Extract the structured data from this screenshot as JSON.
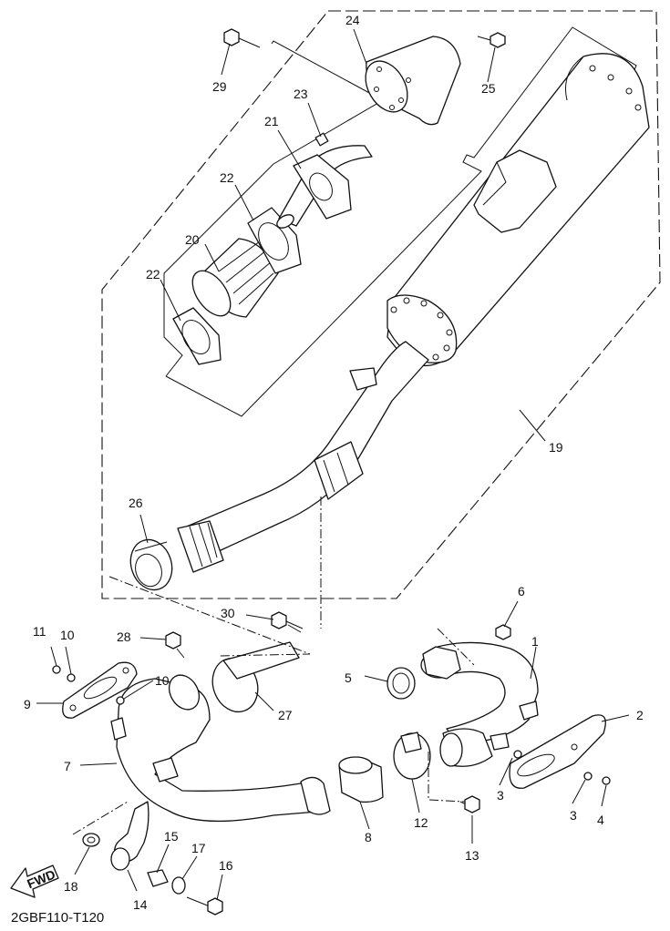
{
  "diagram": {
    "reference_code": "2GBF110-T120",
    "fwd_label": "FWD",
    "callouts": [
      {
        "id": "c1",
        "label": "1"
      },
      {
        "id": "c2",
        "label": "2"
      },
      {
        "id": "c3a",
        "label": "3"
      },
      {
        "id": "c3b",
        "label": "3"
      },
      {
        "id": "c4",
        "label": "4"
      },
      {
        "id": "c5",
        "label": "5"
      },
      {
        "id": "c6",
        "label": "6"
      },
      {
        "id": "c7",
        "label": "7"
      },
      {
        "id": "c8",
        "label": "8"
      },
      {
        "id": "c9",
        "label": "9"
      },
      {
        "id": "c10a",
        "label": "10"
      },
      {
        "id": "c10b",
        "label": "10"
      },
      {
        "id": "c11",
        "label": "11"
      },
      {
        "id": "c12",
        "label": "12"
      },
      {
        "id": "c13",
        "label": "13"
      },
      {
        "id": "c14",
        "label": "14"
      },
      {
        "id": "c15",
        "label": "15"
      },
      {
        "id": "c16",
        "label": "16"
      },
      {
        "id": "c17",
        "label": "17"
      },
      {
        "id": "c18",
        "label": "18"
      },
      {
        "id": "c19",
        "label": "19"
      },
      {
        "id": "c20",
        "label": "20"
      },
      {
        "id": "c21",
        "label": "21"
      },
      {
        "id": "c22a",
        "label": "22"
      },
      {
        "id": "c22b",
        "label": "22"
      },
      {
        "id": "c23",
        "label": "23"
      },
      {
        "id": "c24",
        "label": "24"
      },
      {
        "id": "c25",
        "label": "25"
      },
      {
        "id": "c26",
        "label": "26"
      },
      {
        "id": "c27",
        "label": "27"
      },
      {
        "id": "c28",
        "label": "28"
      },
      {
        "id": "c29",
        "label": "29"
      },
      {
        "id": "c30",
        "label": "30"
      }
    ]
  }
}
